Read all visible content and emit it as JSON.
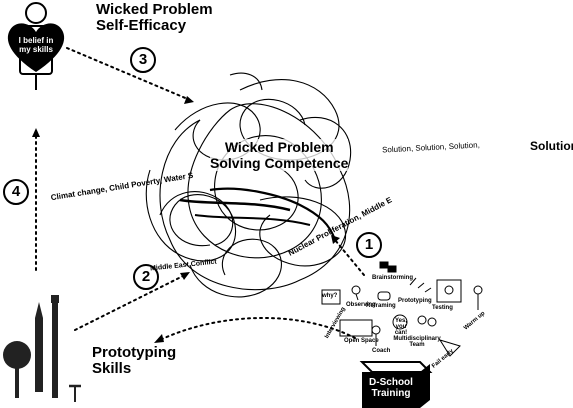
{
  "self_efficacy": {
    "title_line1": "Wicked Problem",
    "title_line2": "Self-Efficacy",
    "belief_line1": "I belief in",
    "belief_line2": "my skills"
  },
  "competence": {
    "title_line1": "Wicked Problem",
    "title_line2": "Solving Competence"
  },
  "problems": {
    "left": "Climat change, Child Poverty, Water S",
    "middle_east": "Middle East Conflict",
    "nuclear": "Nuclear Proliferation, Middle E"
  },
  "solutions": {
    "trail": "Solution, Solution, Solution,",
    "final": "Solution!"
  },
  "prototyping": {
    "line1": "Prototyping",
    "line2": "Skills"
  },
  "dschool": {
    "line1": "D-School",
    "line2": "Training",
    "activities": [
      "Brainstorming",
      "Observing",
      "Reframing",
      "Prototyping",
      "Testing",
      "Interviewing",
      "Open Space",
      "Coach",
      "Multidisciplinary Team",
      "Warm up",
      "Fail early"
    ],
    "bubble_why": "why?",
    "bubble_yes": "Yes, you can!"
  },
  "steps": [
    "1",
    "2",
    "3",
    "4"
  ]
}
